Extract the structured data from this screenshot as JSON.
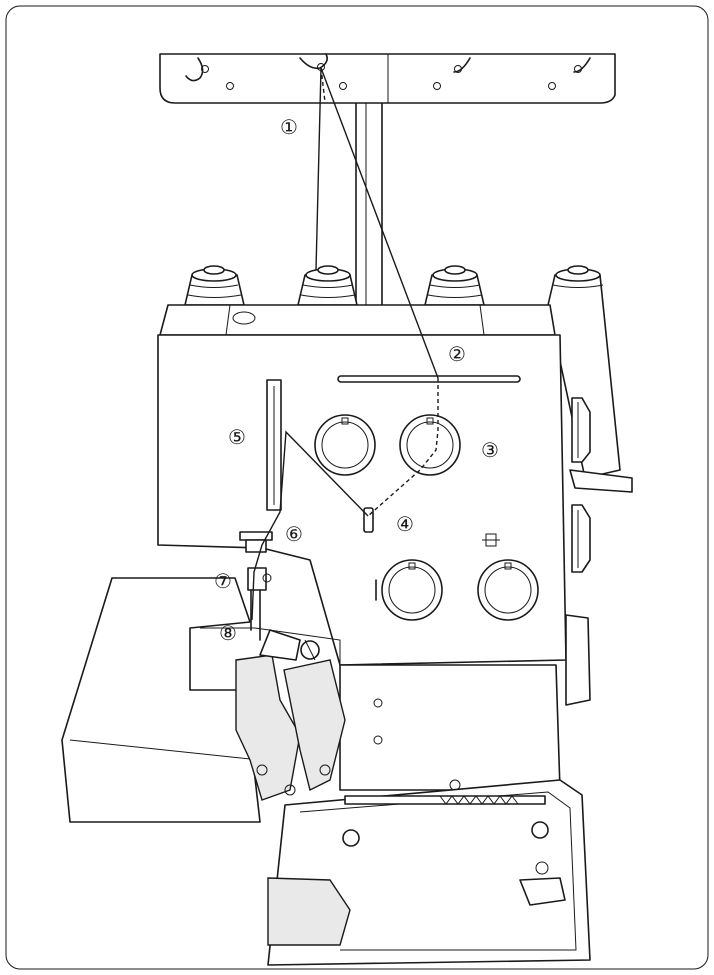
{
  "callouts": [
    {
      "id": 1,
      "label": "①"
    },
    {
      "id": 2,
      "label": "②"
    },
    {
      "id": 3,
      "label": "③"
    },
    {
      "id": 4,
      "label": "④"
    },
    {
      "id": 5,
      "label": "⑤"
    },
    {
      "id": 6,
      "label": "⑥"
    },
    {
      "id": 7,
      "label": "⑦"
    },
    {
      "id": 8,
      "label": "⑧"
    }
  ],
  "colors": {
    "ink": "#1a1a1a",
    "paper": "#ffffff"
  }
}
